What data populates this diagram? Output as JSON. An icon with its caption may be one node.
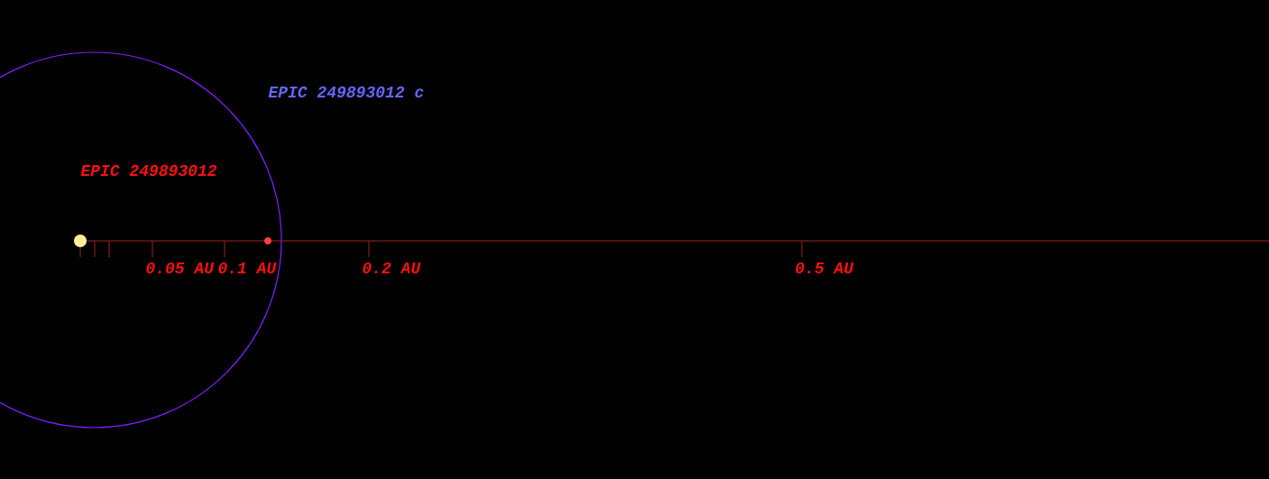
{
  "diagram": {
    "labels": [
      "EPIC 249893012 c",
      "EPIC 249893012",
      "0.05 AU",
      "0.1 AU",
      "0.2 AU",
      "0.5 AU"
    ]
  }
}
